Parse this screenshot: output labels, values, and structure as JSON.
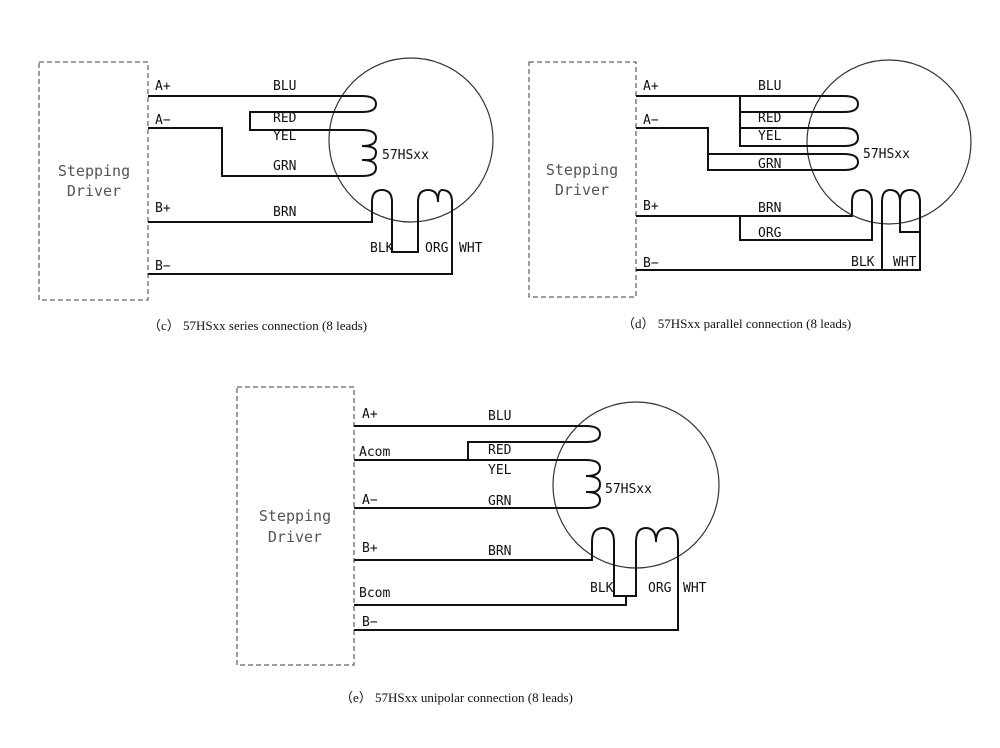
{
  "diagrams": {
    "c": {
      "driver_line1": "Stepping",
      "driver_line2": "Driver",
      "terminals": [
        "A+",
        "A−",
        "B+",
        "B−"
      ],
      "wires": [
        "BLU",
        "RED",
        "YEL",
        "GRN",
        "BRN",
        "BLK",
        "ORG",
        "WHT"
      ],
      "motor": "57HSxx",
      "caption": "（c） 57HSxx series connection (8 leads)"
    },
    "d": {
      "driver_line1": "Stepping",
      "driver_line2": "Driver",
      "terminals": [
        "A+",
        "A−",
        "B+",
        "B−"
      ],
      "wires": [
        "BLU",
        "RED",
        "YEL",
        "GRN",
        "BRN",
        "ORG",
        "BLK",
        "WHT"
      ],
      "motor": "57HSxx",
      "caption": "（d） 57HSxx parallel connection (8 leads)"
    },
    "e": {
      "driver_line1": "Stepping",
      "driver_line2": "Driver",
      "terminals": [
        "A+",
        "Acom",
        "A−",
        "B+",
        "Bcom",
        "B−"
      ],
      "wires": [
        "BLU",
        "RED",
        "YEL",
        "GRN",
        "BRN",
        "BLK",
        "ORG",
        "WHT"
      ],
      "motor": "57HSxx",
      "caption": "（e） 57HSxx unipolar connection (8 leads)"
    }
  }
}
